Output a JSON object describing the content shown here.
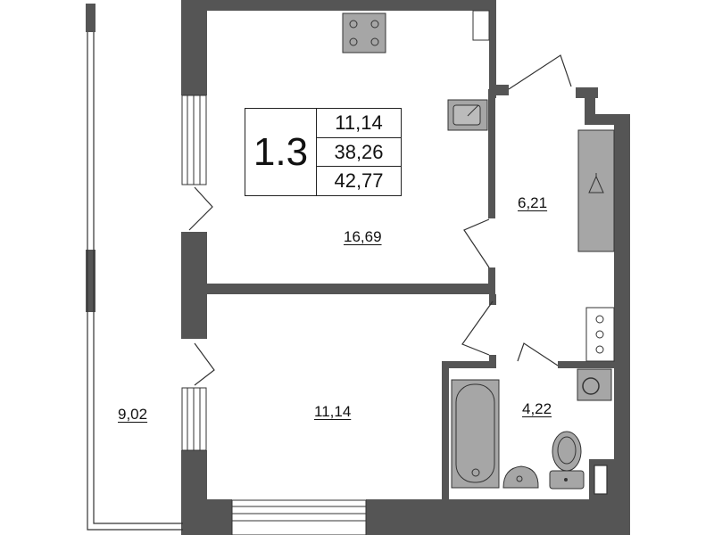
{
  "apartment": {
    "number": "1.3",
    "areas": [
      "11,14",
      "38,26",
      "42,77"
    ]
  },
  "rooms": {
    "kitchen_living": "16,69",
    "bedroom": "11,14",
    "hallway": "6,21",
    "bathroom": "4,22",
    "balcony": "9,02"
  },
  "colors": {
    "wall": "#555555",
    "fixture": "#a6a6a6"
  }
}
